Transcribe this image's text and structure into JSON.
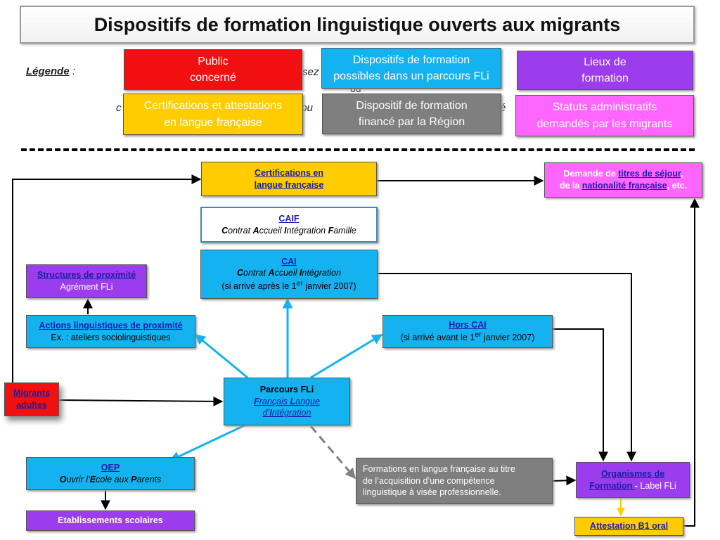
{
  "title": "Dispositifs de formation linguistique ouverts aux migrants",
  "legend": {
    "label": "Légende",
    "colon": " :",
    "public": {
      "line1": "Public",
      "line2": "concerné",
      "color": "#f20f0f"
    },
    "dispositifs": {
      "line1": "Dispositifs de formation",
      "line2": "possibles dans un parcours FLi",
      "color": "#14b3f0"
    },
    "lieux": {
      "line1": "Lieux de",
      "line2": "formation",
      "color": "#9b3ded"
    },
    "certifications": {
      "line1": "Certifications et attestations",
      "line2": "en langue française",
      "color": "#ffcc00"
    },
    "region": {
      "line1": "Dispositif de formation",
      "line2": "financé par la Région",
      "color": "#7f7f7f"
    },
    "statuts": {
      "line1": "Statuts administratifs",
      "line2": "demandés par les migrants",
      "color": "#ff66ff"
    },
    "hidden_fragments": [
      "sez",
      "ou",
      "c",
      "pou",
      "ré"
    ]
  },
  "nodes": {
    "certifications": {
      "line1": "Certifications en",
      "line2": "langue française"
    },
    "demande": {
      "prefix": "Demande de ",
      "link1": "titres de séjour",
      "sep": ",",
      "mid": "de la ",
      "link2": "nationalité française",
      "suffix": ", etc."
    },
    "caif": {
      "title": "CAIF",
      "c": "C",
      "ontrat": "ontrat ",
      "a": "A",
      "ccueil": "ccueil ",
      "i": "I",
      "ntegration": "ntégration ",
      "f": "F",
      "amille": "amille"
    },
    "cai": {
      "title": "CAI",
      "c": "C",
      "ontrat": "ontrat  ",
      "a": "A",
      "ccueil": "ccueil ",
      "i": "I",
      "ntegration": "ntégration",
      "line3a": "(si arrivé après le 1",
      "sup": "er",
      "line3b": " janvier 2007)"
    },
    "structures": {
      "title": "Structures de proximité",
      "line2": "Agrément FLi"
    },
    "actions": {
      "title": "Actions linguistiques de proximité",
      "line2": "Ex. : ateliers sociolinguistiques"
    },
    "hors_cai": {
      "title": "Hors CAI",
      "line2a": "(si arrivé avant le 1",
      "sup": "er",
      "line2b": " janvier 2007)"
    },
    "migrants": {
      "line1": "Migrants",
      "line2": "adultes"
    },
    "parcours": {
      "title": "Parcours FLi",
      "f": "F",
      "rancais": "rançais ",
      "l": "L",
      "angue": "angue",
      "d": "d’",
      "i": "I",
      "ntegration": "ntégration"
    },
    "oep": {
      "title": "OEP",
      "o": "O",
      "uvrir": "uvrir l’",
      "e": "E",
      "cole": "cole aux ",
      "p": "P",
      "arents": "arents"
    },
    "formations_pro": {
      "line1": "Formations en langue française au titre",
      "line2": "de l’acquisition d’une compétence",
      "line3": "linguistique à visée professionnelle."
    },
    "organismes": {
      "link1": "Organismes de",
      "link2": "Formation ",
      "dash": "- ",
      "label": "Label FLi"
    },
    "etablissements": {
      "label": "Etablissements scolaires"
    },
    "attestation": {
      "label": "Attestation  B1 oral"
    }
  }
}
